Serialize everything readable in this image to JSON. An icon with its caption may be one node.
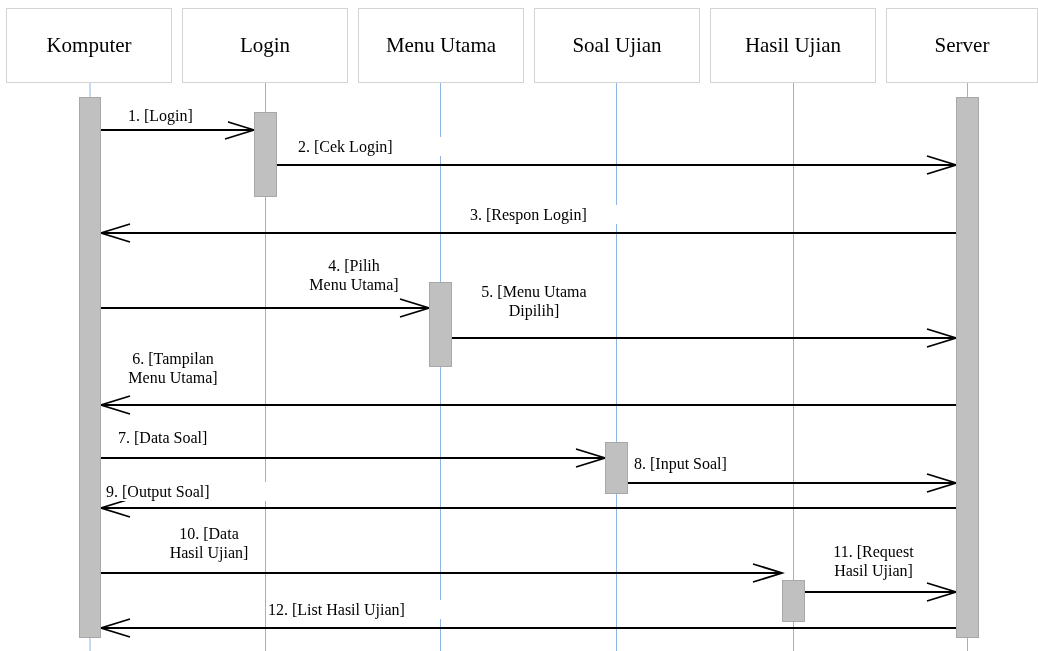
{
  "diagram": {
    "nodes": [
      {
        "text": [
          "Komputer"
        ]
      },
      {
        "text": [
          "Login"
        ]
      },
      {
        "text": [
          "Menu Utama"
        ]
      },
      {
        "text": [
          "Soal Ujian"
        ]
      },
      {
        "text": [
          "Hasil Ujian"
        ]
      },
      {
        "text": [
          "Server"
        ]
      },
      {
        "text": [],
        "shape": "bar"
      },
      {
        "text": [],
        "shape": "bar"
      },
      {
        "text": [],
        "shape": "bar"
      },
      {
        "text": [],
        "shape": "bar"
      },
      {
        "text": [],
        "shape": "bar"
      },
      {
        "text": [],
        "shape": "bar"
      }
    ],
    "edges": [
      {
        "from": 0,
        "to": 6,
        "arrow": "none",
        "color": "#8eb4e3"
      },
      {
        "from": 1,
        "to": 7,
        "arrow": "none",
        "color": "#8eb4e3"
      },
      {
        "from": 2,
        "to": 8,
        "arrow": "none",
        "color": "#8eb4e3"
      },
      {
        "from": 3,
        "to": 9,
        "arrow": "none",
        "color": "#8eb4e3"
      },
      {
        "from": 4,
        "to": 10,
        "arrow": "none",
        "color": "#8eb4e3"
      },
      {
        "from": 5,
        "to": 11,
        "arrow": "none",
        "color": "#8eb4e3"
      },
      {
        "from": 6,
        "to": 7,
        "arrow": "to",
        "label": "1. [Login]"
      },
      {
        "from": 7,
        "to": 11,
        "arrow": "to",
        "label": "2. [Cek Login]"
      },
      {
        "from": 11,
        "to": 6,
        "arrow": "to",
        "label": "3. [Respon Login]"
      },
      {
        "from": 6,
        "to": 8,
        "arrow": "to",
        "label": "4. [Pilih Menu Utama]"
      },
      {
        "from": 8,
        "to": 11,
        "arrow": "to",
        "label": "5. [Menu Utama Dipilih]"
      },
      {
        "from": 11,
        "to": 6,
        "arrow": "to",
        "label": "6. [Tampilan Menu Utama]"
      },
      {
        "from": 6,
        "to": 9,
        "arrow": "to",
        "label": "7. [Data Soal]"
      },
      {
        "from": 9,
        "to": 11,
        "arrow": "to",
        "label": "8. [Input Soal]"
      },
      {
        "from": 11,
        "to": 6,
        "arrow": "to",
        "label": "9. [Output Soal]"
      },
      {
        "from": 6,
        "to": 10,
        "arrow": "to",
        "label": "10. [Data Hasil Ujian]"
      },
      {
        "from": 10,
        "to": 11,
        "arrow": "to",
        "label": "11. [Request Hasil Ujian]"
      },
      {
        "from": 11,
        "to": 6,
        "arrow": "to",
        "label": "12. [List Hasil Ujian]"
      }
    ]
  }
}
